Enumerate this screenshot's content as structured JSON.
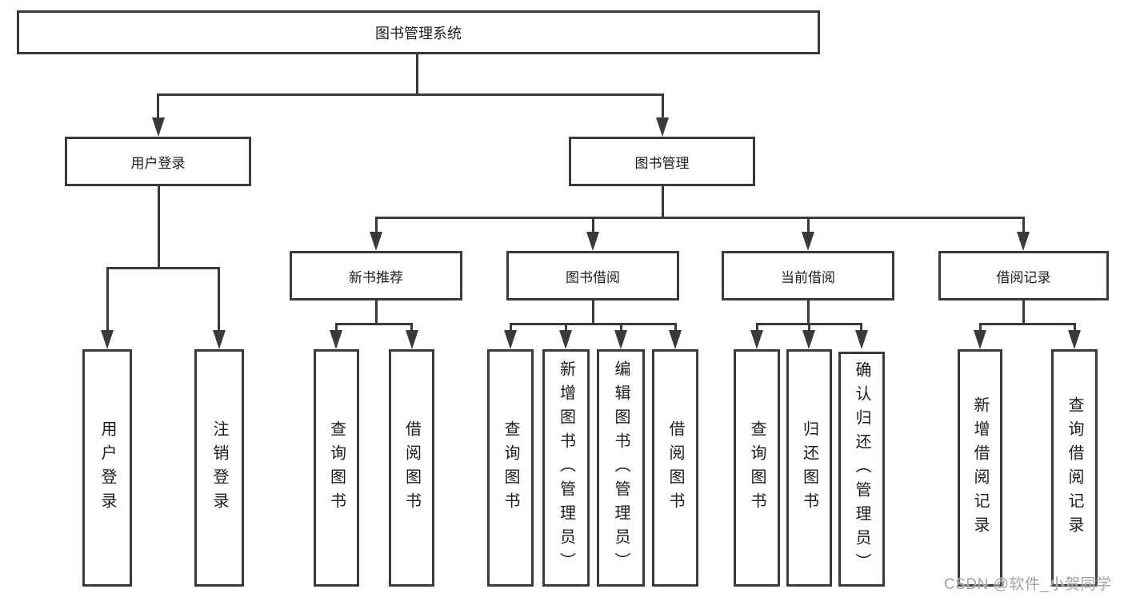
{
  "diagram": {
    "root": {
      "label": "图书管理系统"
    },
    "level2": [
      {
        "id": "user-login",
        "label": "用户登录"
      },
      {
        "id": "book-management",
        "label": "图书管理"
      }
    ],
    "level3": [
      {
        "id": "new-book-recommend",
        "label": "新书推荐"
      },
      {
        "id": "book-borrowing",
        "label": "图书借阅"
      },
      {
        "id": "current-borrowing",
        "label": "当前借阅"
      },
      {
        "id": "borrowing-records",
        "label": "借阅记录"
      }
    ],
    "leaves": {
      "user_login": [
        "用户登录",
        "注销登录"
      ],
      "new_book_recommend": [
        "查询图书",
        "借阅图书"
      ],
      "book_borrowing": [
        "查询图书",
        "新增图书（管理员）",
        "编辑图书（管理员）",
        "借阅图书"
      ],
      "current_borrowing": [
        "查询图书",
        "归还图书",
        "确认归还（管理员）"
      ],
      "borrowing_records": [
        "新增借阅记录",
        "查询借阅记录"
      ]
    }
  },
  "watermark": {
    "text": "CSDN @软件_小贺同学"
  },
  "colors": {
    "line": "#3a3a3a",
    "text": "#1c1c1c",
    "watermark": "#a2a2a5",
    "background": "#ffffff"
  }
}
